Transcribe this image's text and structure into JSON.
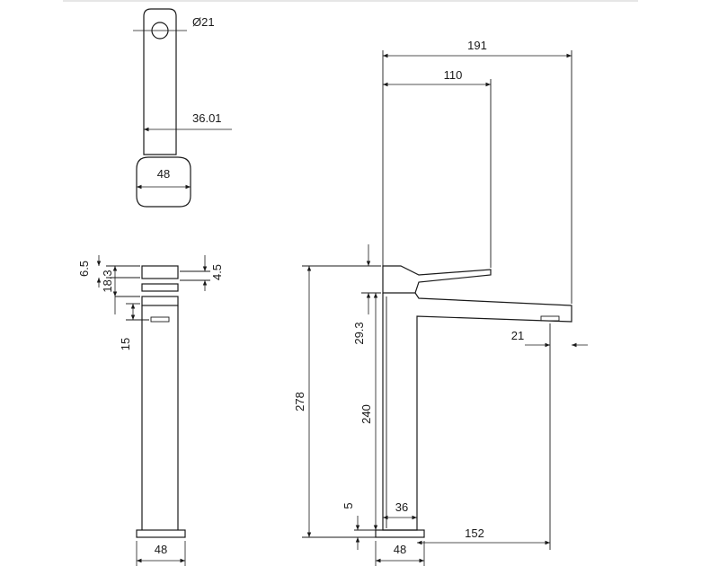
{
  "title": "",
  "dimensions": {
    "top_view": {
      "diameter": "Ø21",
      "length": "36.01",
      "width": "48"
    },
    "side_view": {
      "d6_5": "6.5",
      "d18_3": "18.3",
      "d4_5": "4.5",
      "d15": "15",
      "base_width": "48"
    },
    "front_view": {
      "total_reach": "191",
      "lever_length": "110",
      "total_height": "278",
      "lever_to_spout": "29.3",
      "body_height": "240",
      "spout_tip": "21",
      "base_thickness": "5",
      "body_width": "36",
      "spout_reach": "152",
      "base_width": "48"
    }
  }
}
